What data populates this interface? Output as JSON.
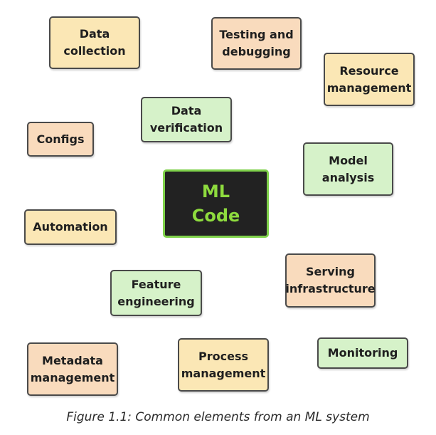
{
  "diagram": {
    "center": "ML\nCode",
    "nodes": {
      "data_collection": "Data\ncollection",
      "testing_debugging": "Testing and\ndebugging",
      "resource_management": "Resource\nmanagement",
      "data_verification": "Data\nverification",
      "configs": "Configs",
      "model_analysis": "Model\nanalysis",
      "automation": "Automation",
      "serving_infrastructure": "Serving\ninfrastructure",
      "feature_engineering": "Feature\nengineering",
      "monitoring": "Monitoring",
      "metadata_management": "Metadata\nmanagement",
      "process_management": "Process\nmanagement"
    },
    "colors": {
      "yellow_box": "#fbe7b5",
      "peach_box": "#f9dbbd",
      "green_box": "#d6f2c9",
      "core_fill": "#222222",
      "core_accent": "#8edb3e"
    }
  },
  "caption": "Figure 1.1: Common elements from an ML system"
}
